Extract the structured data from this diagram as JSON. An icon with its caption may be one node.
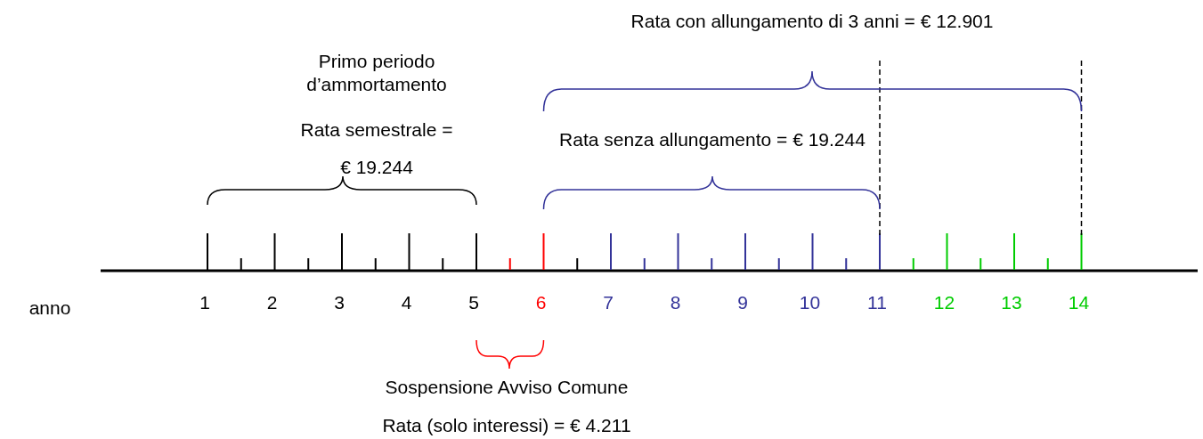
{
  "diagram": {
    "labels": [
      "Rata con allungamento di 3 anni = € 12.901",
      "Primo periodo d’ammortamento",
      "Rata semestrale =",
      "€ 19.244",
      "Rata senza allungamento = € 19.244",
      "anno",
      "1",
      "2",
      "3",
      "4",
      "5",
      "6",
      "7",
      "8",
      "9",
      "10",
      "11",
      "12",
      "13",
      "14",
      "Sospensione Avviso Comune",
      "Rata (solo interessi) = € 4.211"
    ]
  }
}
